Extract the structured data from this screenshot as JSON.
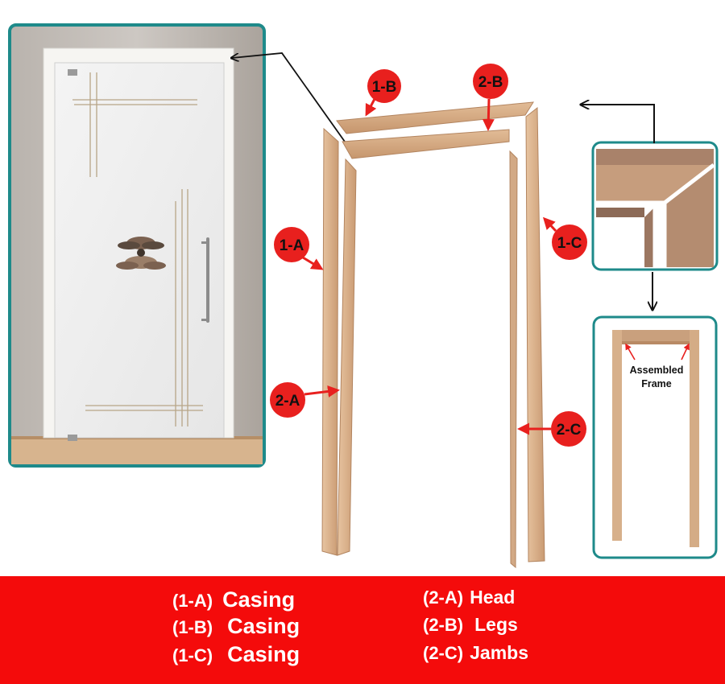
{
  "callouts": {
    "c1a": "1-A",
    "c1b": "1-B",
    "c1c": "1-C",
    "c2a": "2-A",
    "c2b": "2-B",
    "c2c": "2-C"
  },
  "inset": {
    "assembled_line1": "Assembled",
    "assembled_line2": "Frame"
  },
  "legend": {
    "left": [
      {
        "code": "(1-A)",
        "name": "Casing"
      },
      {
        "code": "(1-B)",
        "name": "Casing"
      },
      {
        "code": "(1-C)",
        "name": "Casing"
      }
    ],
    "right": [
      {
        "code": "(2-A)",
        "name": "Head"
      },
      {
        "code": "(2-B)",
        "name": "Legs"
      },
      {
        "code": "(2-C)",
        "name": "Jambs"
      }
    ]
  },
  "colors": {
    "accent_red": "#f40b0b",
    "callout_circle": "#e8201e",
    "panel_border": "#1e8a8a",
    "wood": "#d6ac86",
    "wood_dark": "#a07050"
  }
}
